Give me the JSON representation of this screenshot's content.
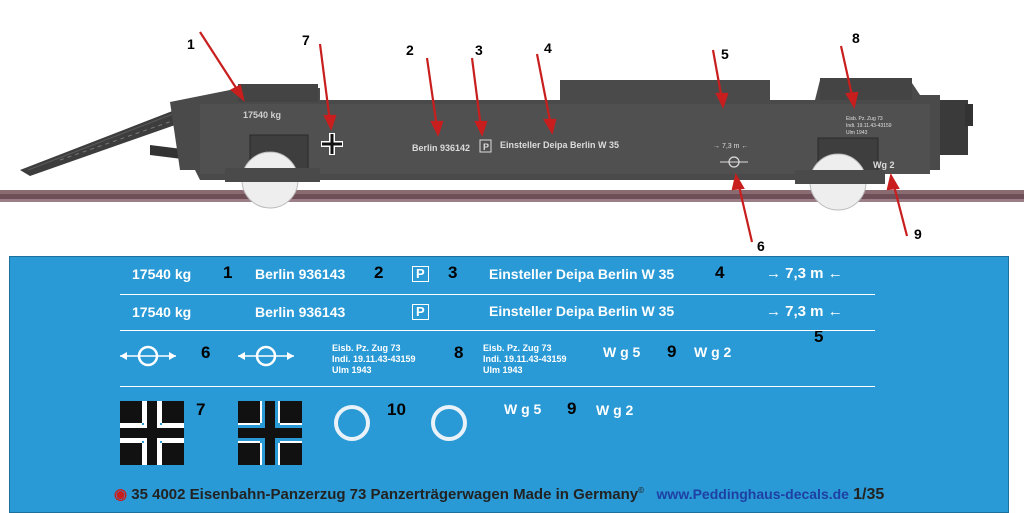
{
  "wagon": {
    "weight": "17540 kg",
    "number": "Berlin  936142",
    "p_mark": "P",
    "einsteller": "Einsteller Deipa Berlin  W 35",
    "length": "→  7,3 m  ←",
    "wg": "Wg 2",
    "note_lines": [
      "Eisb. Pz. Zug 73",
      "Indi. 19.11.43-43159",
      "Ulm 1943"
    ]
  },
  "callouts": [
    "1",
    "2",
    "3",
    "4",
    "5",
    "6",
    "7",
    "8",
    "9"
  ],
  "sheet": {
    "row1": {
      "weight": "17540 kg",
      "n1": "1",
      "number": "Berlin  936143",
      "n2": "2",
      "p_mark": "P",
      "n3": "3",
      "einsteller": "Einsteller Deipa Berlin  W 35",
      "n4": "4",
      "length": "→  7,3 m  ←"
    },
    "row2": {
      "weight": "17540 kg",
      "number": "Berlin  936143",
      "p_mark": "P",
      "einsteller": "Einsteller Deipa Berlin  W 35",
      "length": "→  7,3 m  ←",
      "n5": "5"
    },
    "row3": {
      "n6": "6",
      "note_lines": [
        "Eisb. Pz. Zug 73",
        "Indi. 19.11.43-43159",
        "Ulm 1943"
      ],
      "n8": "8",
      "wg5": "W g  5",
      "n9": "9",
      "wg2": "W g  2"
    },
    "row4": {
      "n7": "7",
      "n10": "10",
      "wg5": "W g  5",
      "n9": "9",
      "wg2": "W g  2"
    },
    "footer": {
      "text": "35 4002 Eisenbahn-Panzerzug 73 Panzerträgerwagen  Made in Germany",
      "mark": "©",
      "url": "www.Peddinghaus-decals.de",
      "scale": "1/35"
    }
  },
  "colors": {
    "sheet": "#2a9ad6",
    "wagon": "#4a4a4a",
    "arrow": "#c81e1e",
    "rail": "#7a5a62"
  }
}
